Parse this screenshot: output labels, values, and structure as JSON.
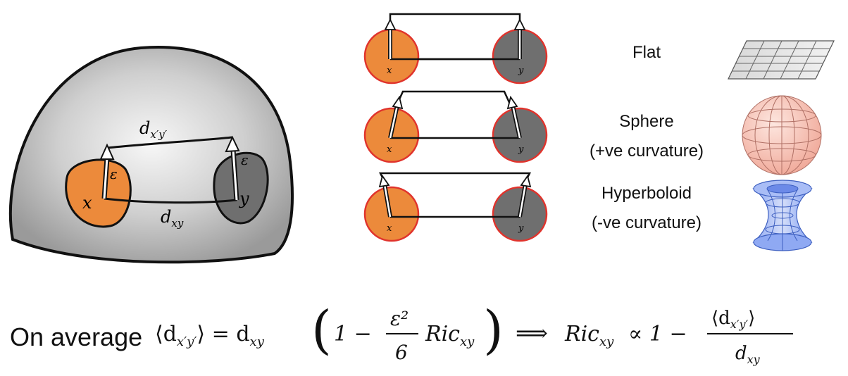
{
  "colors": {
    "orange": "#ec8a3b",
    "gray_disk": "#6f6f6f",
    "disk_border": "#e0332c",
    "dome": "#a8a8a8",
    "dome_light": "#f3f3f3",
    "sphere": "#f4b3a6",
    "hyperboloid": "#7f9ef2"
  },
  "dome_figure": {
    "x_label": "x",
    "y_label": "y",
    "epsilon_left": "ε",
    "epsilon_right": "ε",
    "d_top": "d",
    "d_top_sub": "x′y′",
    "d_bottom": "d",
    "d_bottom_sub": "xy"
  },
  "rows": [
    {
      "label_line1": "Flat",
      "label_line2": "",
      "icon": "flat-grid-icon",
      "x_label": "x",
      "y_label": "y"
    },
    {
      "label_line1": "Sphere",
      "label_line2": "(+ve curvature)",
      "icon": "sphere-icon",
      "x_label": "x",
      "y_label": "y"
    },
    {
      "label_line1": "Hyperboloid",
      "label_line2": "(-ve curvature)",
      "icon": "hyperboloid-icon",
      "x_label": "x",
      "y_label": "y"
    }
  ],
  "formula": {
    "prefix": "On average",
    "lhs": "⟨d",
    "lhs_sub": "x′y′",
    "lhs_close": "⟩ = d",
    "lhs_sub2": "xy",
    "paren_open": "(",
    "one_minus": "1 −",
    "frac_num": "ε²",
    "frac_den": "6",
    "ric": "Ric",
    "ric_sub": "xy",
    "paren_close": ")",
    "implies": "⟹",
    "ric2": "Ric",
    "ric2_sub": "xy",
    "propto": "∝ 1 −",
    "frac2_num": "⟨d",
    "frac2_num_sub": "x′y′",
    "frac2_num_close": "⟩",
    "frac2_den": "d",
    "frac2_den_sub": "xy"
  }
}
